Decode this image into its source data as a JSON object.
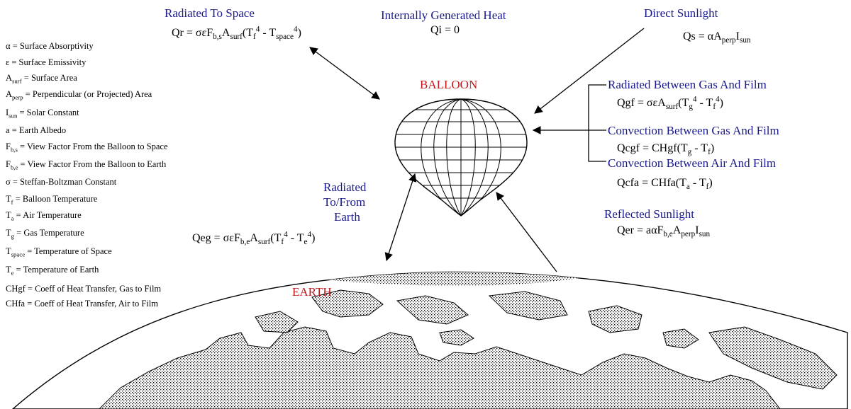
{
  "title_balloon": "BALLOON",
  "title_earth": "EARTH",
  "labels": {
    "radiated_to_space": "Radiated To Space",
    "internal_heat": "Internally Generated Heat",
    "direct_sunlight": "Direct Sunlight",
    "radiated_gas_film": "Radiated Between Gas And Film",
    "convection_gas_film": "Convection Between Gas And Film",
    "convection_air_film": "Convection Between Air And Film",
    "radiated_earth_1": "Radiated",
    "radiated_earth_2": "To/From",
    "radiated_earth_3": "Earth",
    "reflected_sunlight": "Reflected Sunlight"
  },
  "equations": {
    "qr": {
      "lhs": "Qr = σεF",
      "s1": "b,s",
      "m1": "A",
      "s2": "surf",
      "m2": "(T",
      "s3": "f",
      "p1": "4",
      "m3": " - T",
      "s4": "space",
      "p2": "4",
      "end": ")"
    },
    "qi": "Qi = 0",
    "qs": {
      "lhs": "Qs = αA",
      "s1": "perp",
      "m1": "I",
      "s2": "sun"
    },
    "qgf": {
      "lhs": "Qgf = σεA",
      "s1": "surf",
      "m1": "(T",
      "s2": "g",
      "p1": "4",
      "m2": " - T",
      "s3": "f",
      "p2": "4",
      "end": ")"
    },
    "qcgf": {
      "lhs": "Qcgf = CHgf(T",
      "s1": "g",
      "m1": " - T",
      "s2": "f",
      "end": ")"
    },
    "qcfa": {
      "lhs": "Qcfa = CHfa(T",
      "s1": "a",
      "m1": " - T",
      "s2": "f",
      "end": ")"
    },
    "qeg": {
      "lhs": "Qeg = σεF",
      "s1": "b,e",
      "m1": "A",
      "s2": "surf",
      "m2": "(T",
      "s3": "f",
      "p1": "4",
      "m3": " - T",
      "s4": "e",
      "p2": "4",
      "end": ")"
    },
    "qer": {
      "lhs": "Qer = aαF",
      "s1": "b,e",
      "m1": "A",
      "s2": "perp",
      "m2": "I",
      "s3": "sun"
    }
  },
  "legend": [
    {
      "sym": "α",
      "sub": "",
      "text": " = Surface Absorptivity"
    },
    {
      "sym": "ε",
      "sub": "",
      "text": " = Surface Emissivity"
    },
    {
      "sym": "A",
      "sub": "surf",
      "text": " = Surface Area"
    },
    {
      "sym": "A",
      "sub": "perp",
      "text": " = Perpendicular (or Projected) Area"
    },
    {
      "sym": "I",
      "sub": "sun",
      "text": " = Solar Constant"
    },
    {
      "sym": "a",
      "sub": "",
      "text": " = Earth Albedo"
    },
    {
      "sym": "F",
      "sub": "b,s",
      "text": " = View Factor From the Balloon to Space"
    },
    {
      "sym": "F",
      "sub": "b,e",
      "text": " = View Factor From the Balloon to Earth"
    },
    {
      "sym": "σ",
      "sub": "",
      "text": " = Steffan-Boltzman Constant"
    },
    {
      "sym": "T",
      "sub": "f",
      "text": " = Balloon Temperature"
    },
    {
      "sym": "T",
      "sub": "a",
      "text": " = Air Temperature"
    },
    {
      "sym": "T",
      "sub": "g",
      "text": " = Gas Temperature"
    },
    {
      "sym": "T",
      "sub": "space",
      "text": " = Temperature of Space"
    },
    {
      "sym": "T",
      "sub": "e",
      "text": " = Temperature of Earth"
    },
    {
      "sym": "CHgf",
      "sub": "",
      "text": " = Coeff of Heat Transfer, Gas to Film"
    },
    {
      "sym": "CHfa",
      "sub": "",
      "text": " = Coeff of Heat Transfer, Air to Film"
    }
  ],
  "colors": {
    "label_blue": "#1a1a8c",
    "title_red": "#c0181c",
    "ink": "#000000"
  }
}
